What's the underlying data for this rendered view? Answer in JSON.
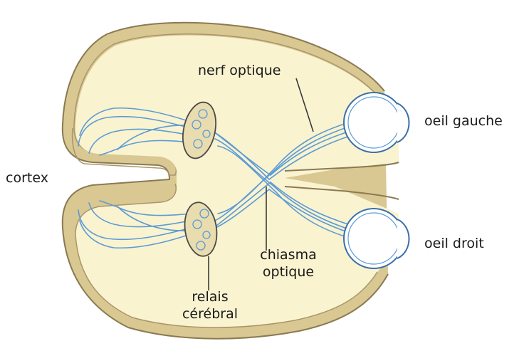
{
  "labels": {
    "nerf_optique": "nerf optique",
    "oeil_gauche": "oeil gauche",
    "cortex": "cortex",
    "oeil_droit": "oeil droit",
    "chiasma_line1": "chiasma",
    "chiasma_line2": "optique",
    "relais_line1": "relais",
    "relais_line2": "cérébral"
  },
  "colors": {
    "brain_fill": "#faf3d0",
    "brain_outline": "#8a7a52",
    "brain_inner_outline": "#a8966a",
    "nerve_fibers": "#5b9bd5",
    "nerve_dark": "#3a6fa8",
    "eye_fill": "#ffffff",
    "relay_fill": "#e9dcae",
    "label_text": "#1a1a1a",
    "pointer_lines": "#3a3a3a"
  }
}
